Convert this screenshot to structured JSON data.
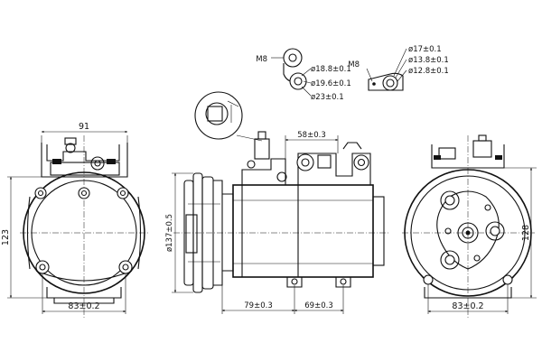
{
  "diagram": {
    "front_view": {
      "width_dim": "91",
      "height_dim": "123",
      "bottom_dim": "83±0.2"
    },
    "side_view": {
      "pulley_diameter": "ø137±0.5",
      "top_dim": "58±0.3",
      "bottom_left_dim": "79±0.3",
      "bottom_right_dim": "69±0.3"
    },
    "rear_view": {
      "height_dim": "128",
      "bottom_dim": "83±0.2"
    },
    "port_left": {
      "thread": "M8",
      "dims": [
        "ø18.8±0.1",
        "ø19.6±0.1",
        "ø23±0.1"
      ]
    },
    "port_right": {
      "thread": "M8",
      "dims": [
        "ø17±0.1",
        "ø13.8±0.1",
        "ø12.8±0.1"
      ]
    }
  }
}
